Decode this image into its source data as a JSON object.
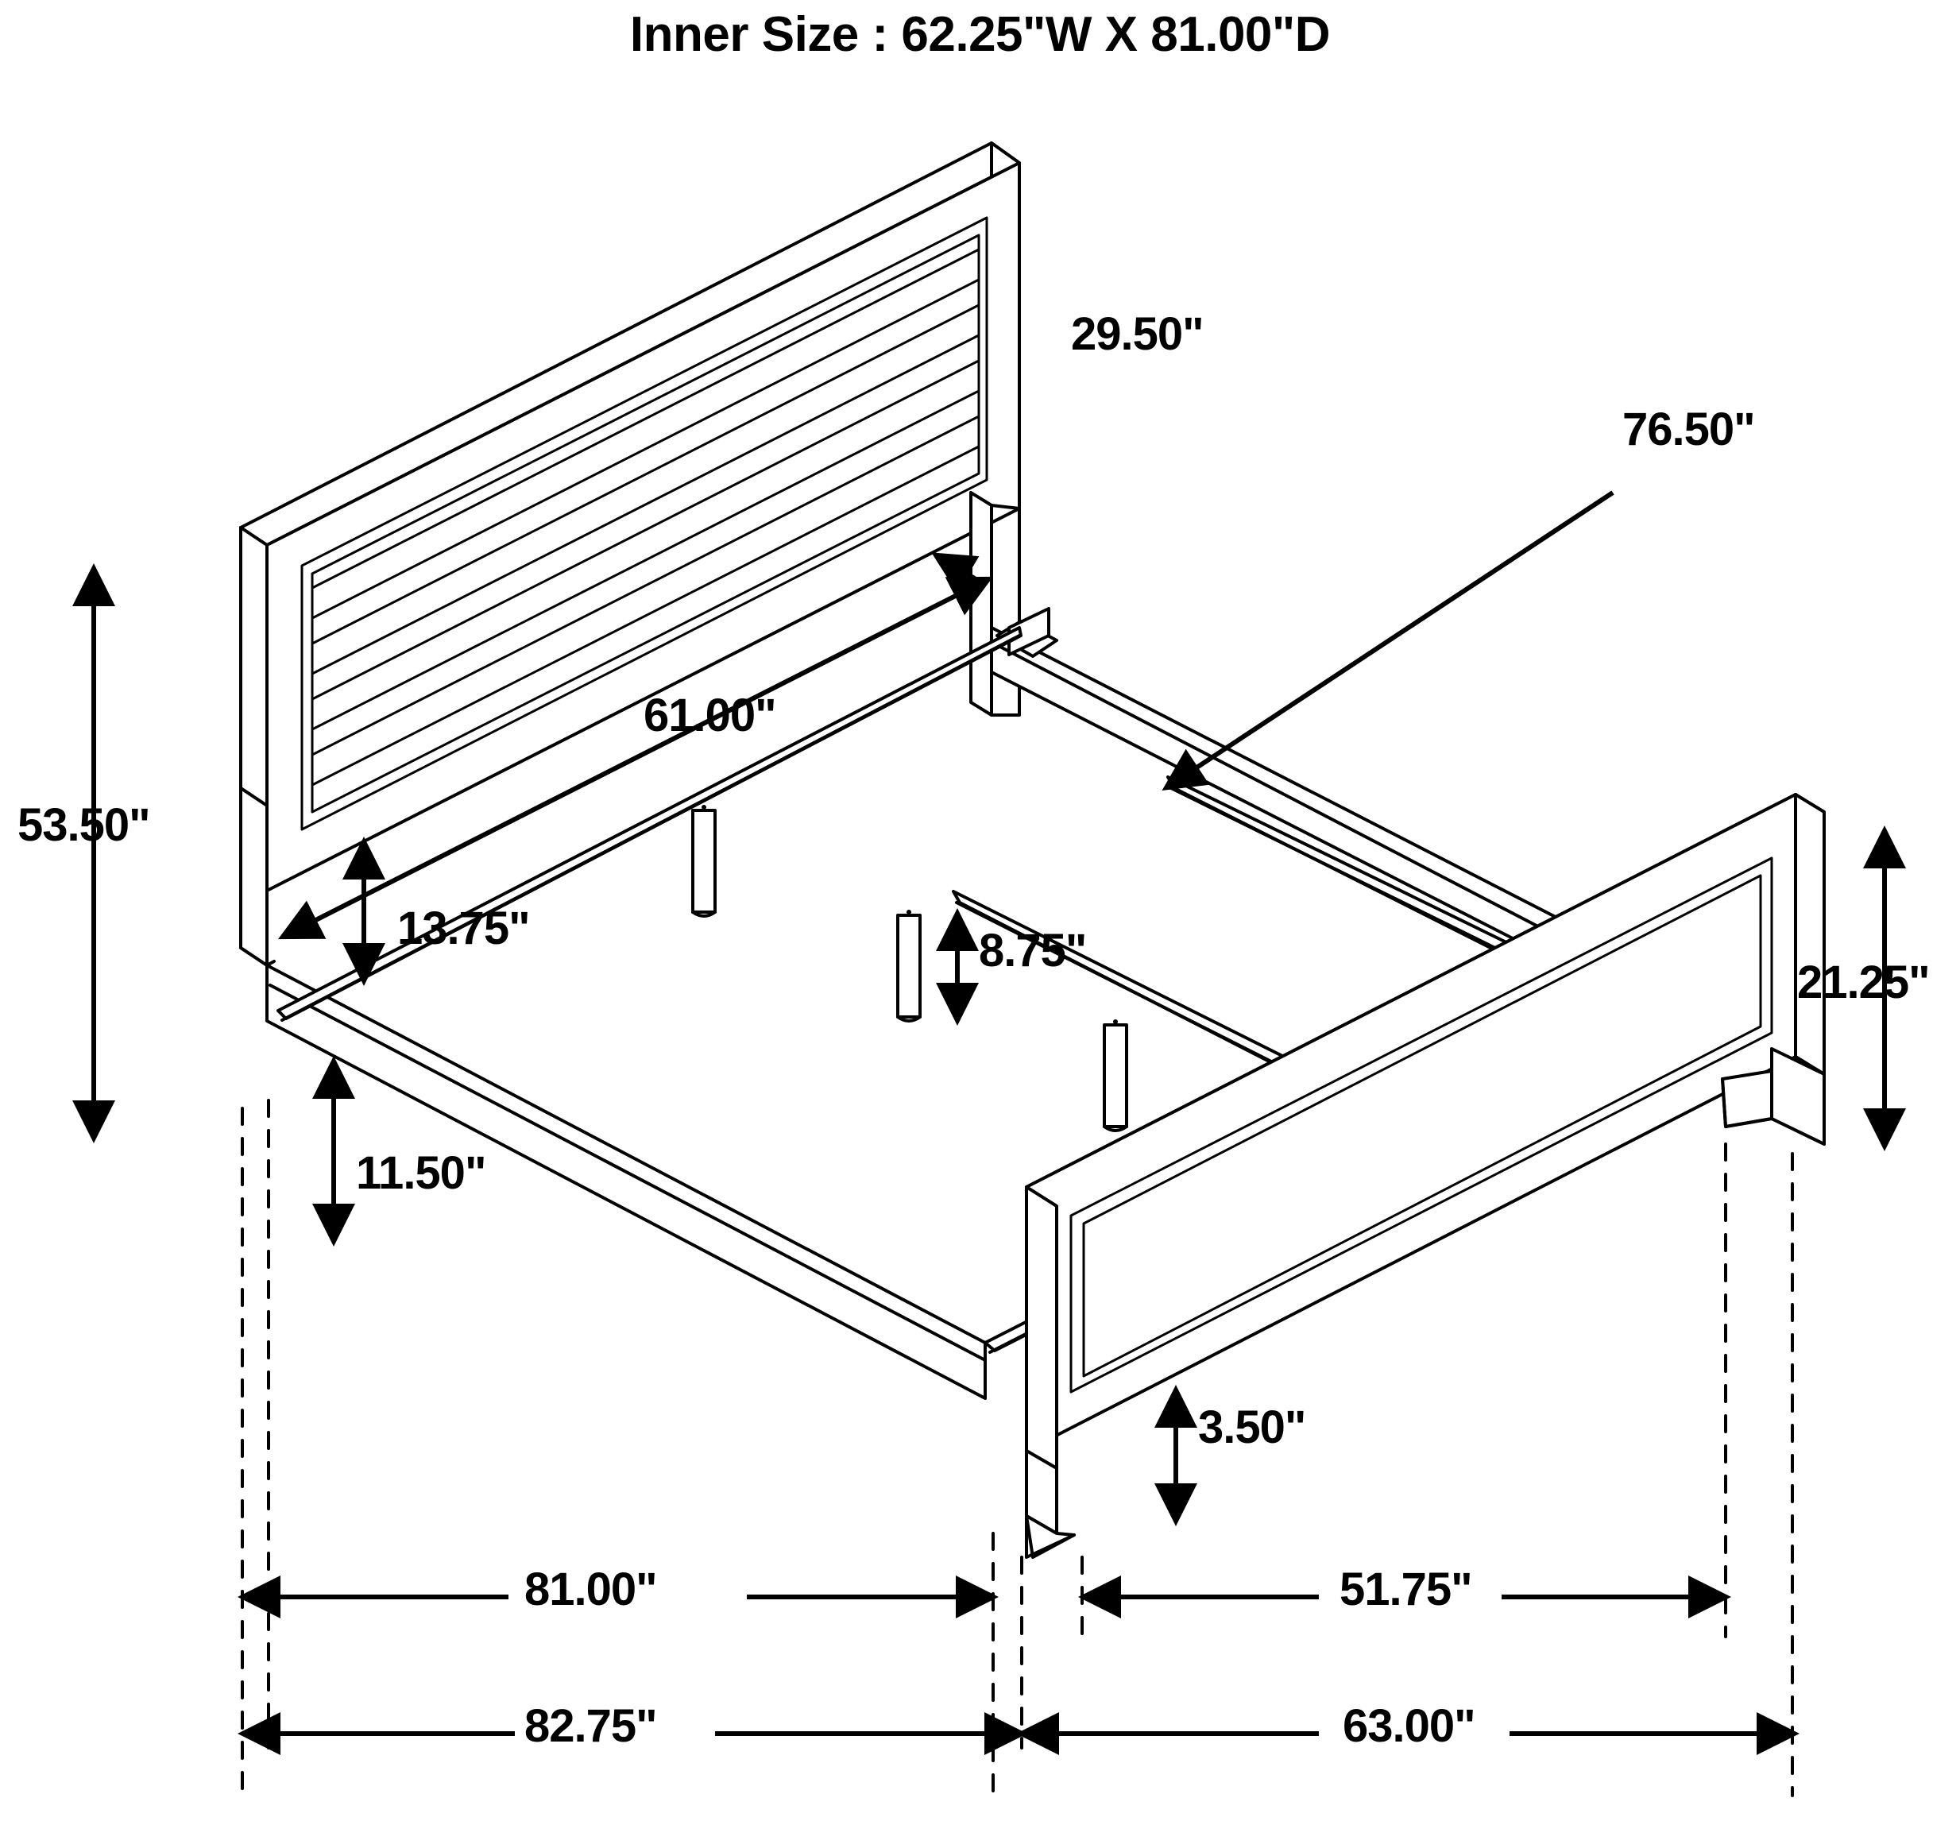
{
  "drawing": {
    "title": "Inner Size : 62.25\"W X 81.00\"D",
    "subject": "bed-frame-dimension-drawing",
    "units": "inches",
    "line_color": "#000000",
    "background_color": "#ffffff"
  },
  "dimensions": {
    "headboard_panel_height": "29.50\"",
    "side_rail_length": "76.50\"",
    "overall_height": "53.50\"",
    "headboard_inner_width": "61.00\"",
    "rail_top_to_slat": "13.75\"",
    "center_leg_height": "8.75\"",
    "footboard_height": "21.25\"",
    "rail_bottom_clearance": "11.50\"",
    "footboard_foot_height": "3.50\"",
    "length_inner": "81.00\"",
    "width_inner": "51.75\"",
    "length_overall": "82.75\"",
    "width_overall": "63.00\""
  },
  "labels": [
    {
      "name": "headboard-panel-height",
      "text": "29.50\""
    },
    {
      "name": "side-rail-length",
      "text": "76.50\""
    },
    {
      "name": "overall-height",
      "text": "53.50\""
    },
    {
      "name": "headboard-inner-width",
      "text": "61.00\""
    },
    {
      "name": "rail-to-slat",
      "text": "13.75\""
    },
    {
      "name": "center-leg-height",
      "text": "8.75\""
    },
    {
      "name": "footboard-height",
      "text": "21.25\""
    },
    {
      "name": "rail-clearance",
      "text": "11.50\""
    },
    {
      "name": "footboard-foot-height",
      "text": "3.50\""
    },
    {
      "name": "inner-length",
      "text": "81.00\""
    },
    {
      "name": "inner-width",
      "text": "51.75\""
    },
    {
      "name": "overall-length",
      "text": "82.75\""
    },
    {
      "name": "overall-width",
      "text": "63.00\""
    }
  ]
}
